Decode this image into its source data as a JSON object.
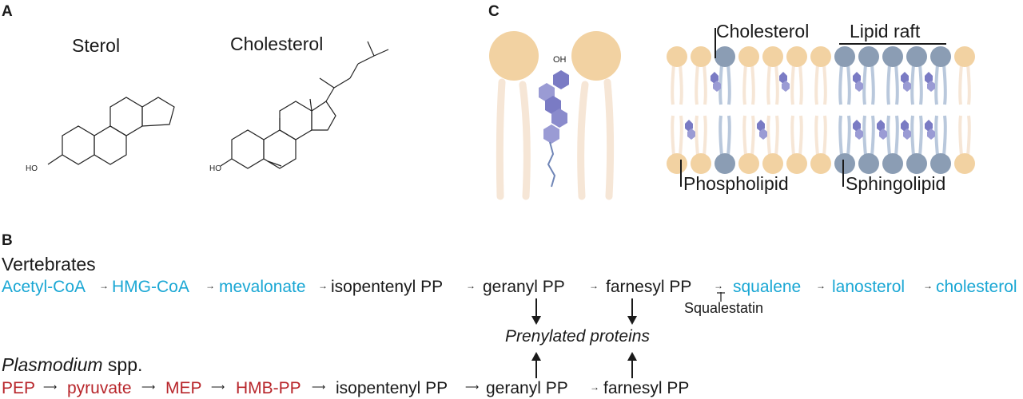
{
  "panels": {
    "a": "A",
    "b": "B",
    "c": "C"
  },
  "panel_a": {
    "sterol_title": "Sterol",
    "cholesterol_title": "Cholesterol",
    "ho_label": "HO"
  },
  "panel_c": {
    "oh_label": "OH",
    "cholesterol_label": "Cholesterol",
    "lipid_raft_label": "Lipid raft",
    "phospholipid_label": "Phospholipid",
    "sphingolipid_label": "Sphingolipid",
    "colors": {
      "phospholipid_head": "#f2d2a2",
      "tail": "#f6e6d6",
      "sphingo_head": "#8b9db4",
      "sphingo_tail": "#b9c8dc",
      "sterol": "#7a7bc4"
    }
  },
  "panel_b": {
    "vertebrates_label": "Vertebrates",
    "vertebrates_path": [
      "Acetyl-CoA",
      "HMG-CoA",
      "mevalonate",
      "isopentenyl PP",
      "geranyl PP",
      "farnesyl PP",
      "squalene",
      "lanosterol",
      "cholesterol"
    ],
    "squalestatin": "Squalestatin",
    "prenylated_proteins": "Prenylated proteins",
    "plasmodium_italic": "Plasmodium",
    "plasmodium_rest": " spp.",
    "plasmodium_path": [
      "PEP",
      "pyruvate",
      "MEP",
      "HMB-PP",
      "isopentenyl PP",
      "geranyl PP",
      "farnesyl PP"
    ],
    "colors": {
      "vertebrate": "#1aa7d4",
      "plasmodium": "#b8262b"
    }
  }
}
